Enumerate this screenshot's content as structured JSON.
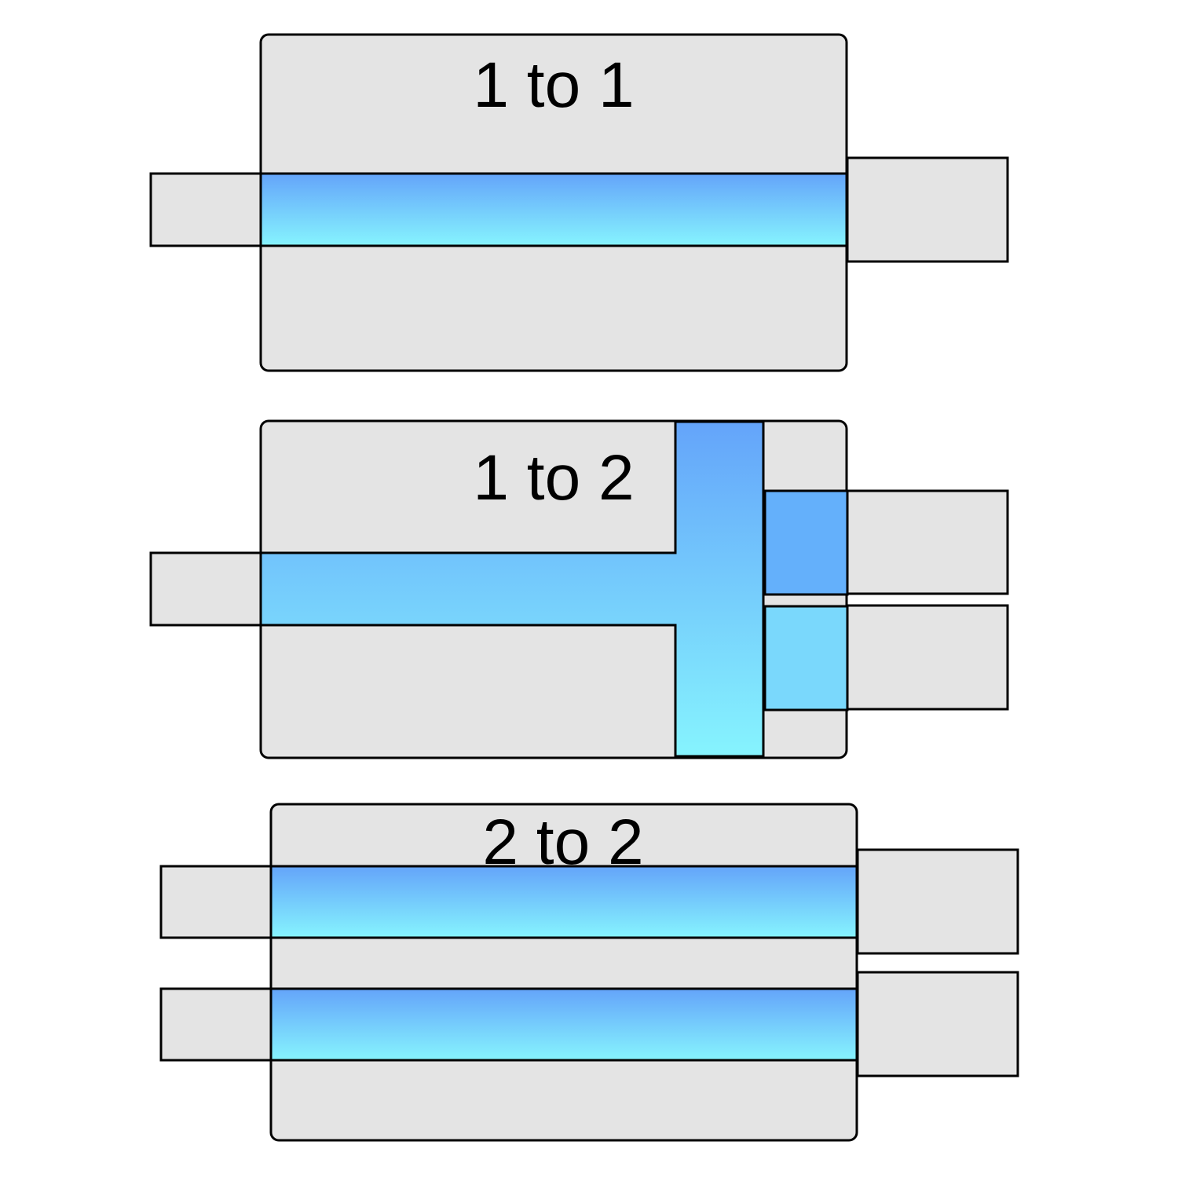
{
  "diagrams": [
    {
      "title": "1 to 1",
      "inputs": 1,
      "outputs": 1
    },
    {
      "title": "1 to 2",
      "inputs": 1,
      "outputs": 2
    },
    {
      "title": "2 to 2",
      "inputs": 2,
      "outputs": 2
    }
  ],
  "colors": {
    "body": "#e4e4e4",
    "stroke": "#000000",
    "channel_top": "#64a4fa",
    "channel_bottom": "#86f4fe"
  }
}
